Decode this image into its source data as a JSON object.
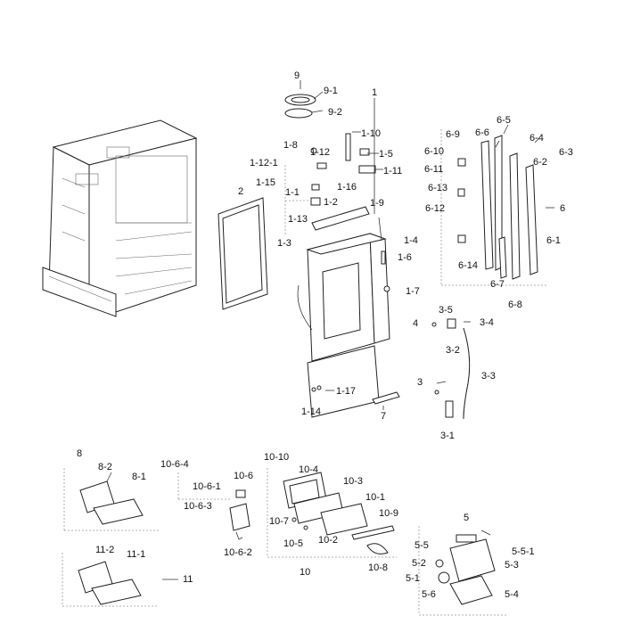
{
  "labels": {
    "l9": "9",
    "l9_1": "9-1",
    "l9_2": "9-2",
    "l1": "1",
    "l1_10": "1-10",
    "l1_8": "1-8",
    "l1_12": "1-12",
    "l1_5": "1-5",
    "l1_12_1": "1-12-1",
    "l1_11": "1-11",
    "l1_15": "1-15",
    "l1_16": "1-16",
    "l2": "2",
    "l1_1": "1-1",
    "l1_2": "1-2",
    "l1_9": "1-9",
    "l1_13": "1-13",
    "l1_3": "1-3",
    "l1_4": "1-4",
    "l1_6": "1-6",
    "l1_7": "1-7",
    "l6_5": "6-5",
    "l6_9": "6-9",
    "l6_6": "6-6",
    "l6_4": "6-4",
    "l6_10": "6-10",
    "l6_3": "6-3",
    "l6_2": "6-2",
    "l6_11": "6-11",
    "l6_13": "6-13",
    "l6": "6",
    "l6_12": "6-12",
    "l6_1": "6-1",
    "l6_14": "6-14",
    "l6_7": "6-7",
    "l6_8": "6-8",
    "l3_5": "3-5",
    "l4": "4",
    "l3_4": "3-4",
    "l3_2": "3-2",
    "l3_3": "3-3",
    "l3": "3",
    "l1_17": "1-17",
    "l1_14": "1-14",
    "l7": "7",
    "l3_1": "3-1",
    "l8": "8",
    "l8_2": "8-2",
    "l8_1": "8-1",
    "l10_6_4": "10-6-4",
    "l10_6": "10-6",
    "l10_6_1": "10-6-1",
    "l10_6_3": "10-6-3",
    "l10_6_2": "10-6-2",
    "l10_10": "10-10",
    "l10_4": "10-4",
    "l10_3": "10-3",
    "l10_1": "10-1",
    "l10_9": "10-9",
    "l10_7": "10-7",
    "l10_5": "10-5",
    "l10_2": "10-2",
    "l10": "10",
    "l10_8": "10-8",
    "l11_2": "11-2",
    "l11_1": "11-1",
    "l11": "11",
    "l5": "5",
    "l5_5": "5-5",
    "l5_5_1": "5-5-1",
    "l5_2": "5-2",
    "l5_3": "5-3",
    "l5_1": "5-1",
    "l5_6": "5-6",
    "l5_4": "5-4"
  }
}
